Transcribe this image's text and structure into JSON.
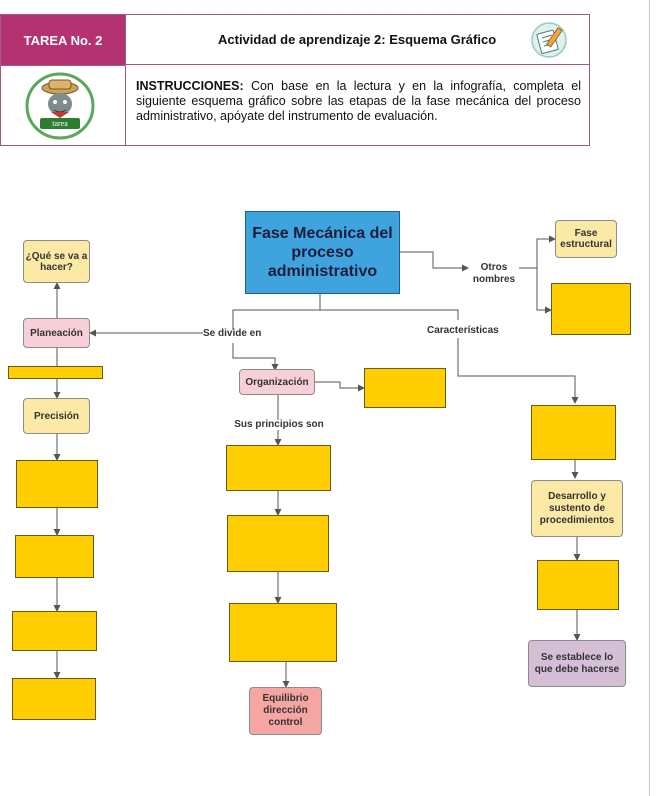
{
  "header": {
    "tag": "TAREA No. 2",
    "title": "Actividad de aprendizaje 2: Esquema Gráfico",
    "instructions_label": "INSTRUCCIONES:",
    "instructions_text": " Con base en la lectura y en la infografía, completa el siguiente esquema gráfico sobre las etapas de la fase mecánica del proceso administrativo, apóyate del instrumento de evaluación.",
    "logo_text": "tarea"
  },
  "diagram": {
    "main": "Fase Mecánica del proceso administrativo",
    "otros_nombres": "Otros nombres",
    "fase_estructural": "Fase estructural",
    "que_se_va": "¿Qué se va a hacer?",
    "planeacion": "Planeación",
    "se_divide_en": "Se divide en",
    "caracteristicas": "Características",
    "organizacion": "Organización",
    "precision": "Precisión",
    "sus_principios": "Sus principios son",
    "desarrollo": "Desarrollo y sustento de procedimientos",
    "se_establece": "Se establece lo que debe hacerse",
    "equilibrio": "Equilibrio dirección control"
  },
  "colors": {
    "accent": "#b3326f",
    "main_box": "#3fa3de",
    "empty_box": "#ffce00"
  }
}
